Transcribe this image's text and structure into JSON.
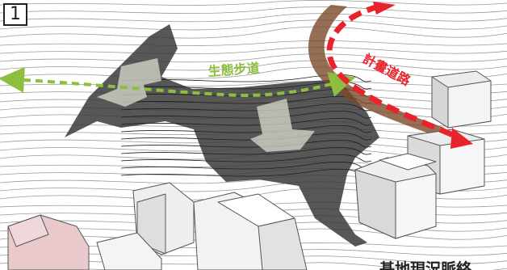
{
  "panel_number": "1",
  "labels": {
    "eco_trail": "生態步道",
    "planned_road": "計畫道路",
    "caption": "基地現況脈絡"
  },
  "colors": {
    "eco_trail": "#8cbf3f",
    "planned_road": "#e8232b",
    "road_corridor": "#7a4a2a",
    "site_shadow": "#3a3a3a",
    "contour_lines": "#9a9a9a",
    "buildings": "#f2f2f2",
    "pink_building": "#e9c9cc"
  },
  "icons": {
    "flow_arrow": "translucent-flow-arrow-icon",
    "trail_arrow": "double-headed-dashed-arrow-icon",
    "road_arrow": "curved-dashed-arrow-icon"
  }
}
